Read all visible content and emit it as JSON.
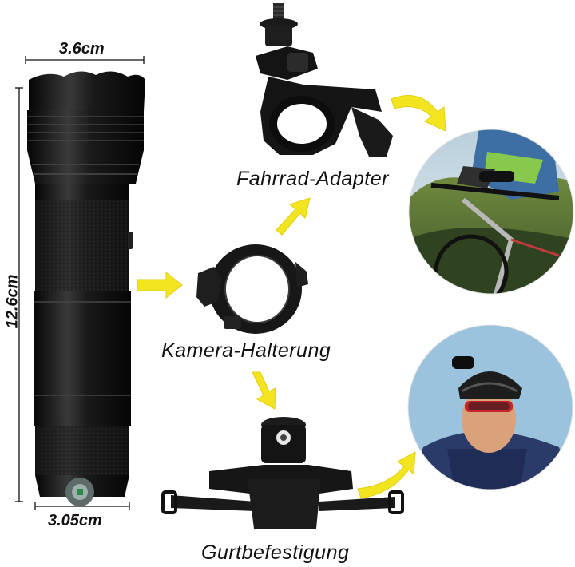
{
  "dimensions": {
    "top_width": "3.6cm",
    "height": "12.6cm",
    "bottom_width": "3.05cm"
  },
  "labels": {
    "bike_adapter": "Fahrrad-Adapter",
    "camera_mount": "Kamera-Halterung",
    "strap_mount": "Gurtbefestigung"
  },
  "colors": {
    "arrow": "#f2e51f",
    "product": "#141414"
  },
  "icons": [
    "flashlight",
    "handlebar-clamp",
    "ring-clip",
    "strap-mount",
    "arrow"
  ]
}
